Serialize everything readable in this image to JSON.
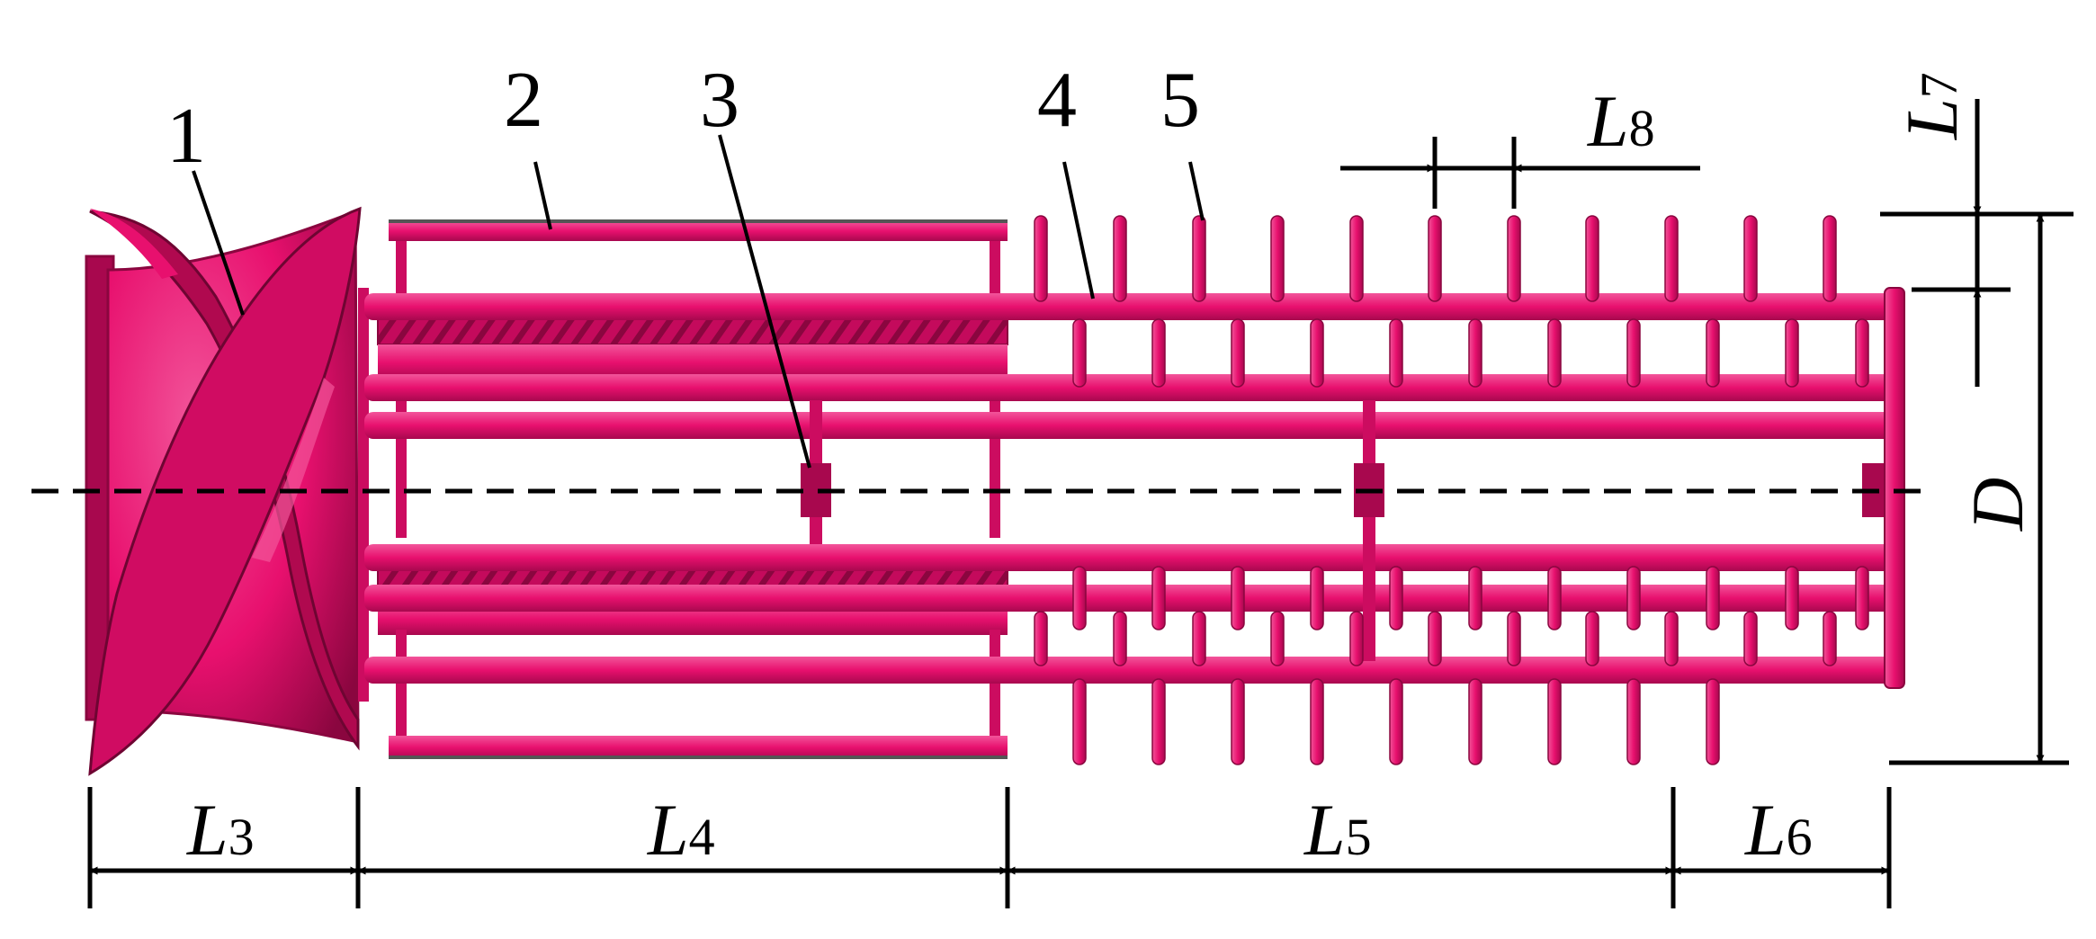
{
  "colors": {
    "part": "#e8106e",
    "part_dark": "#a8084e",
    "part_mid": "#cc0c60",
    "part_light": "#f2559a",
    "line": "#000000"
  },
  "callouts": [
    {
      "label": "1"
    },
    {
      "label": "2"
    },
    {
      "label": "3"
    },
    {
      "label": "4"
    },
    {
      "label": "5"
    }
  ],
  "dimensions": {
    "L3": {
      "letter": "L",
      "sub": "3"
    },
    "L4": {
      "letter": "L",
      "sub": "4"
    },
    "L5": {
      "letter": "L",
      "sub": "5"
    },
    "L6": {
      "letter": "L",
      "sub": "6"
    },
    "L7": {
      "letter": "L",
      "sub": "7"
    },
    "L8": {
      "letter": "L",
      "sub": "8"
    },
    "D": {
      "letter": "D"
    }
  }
}
